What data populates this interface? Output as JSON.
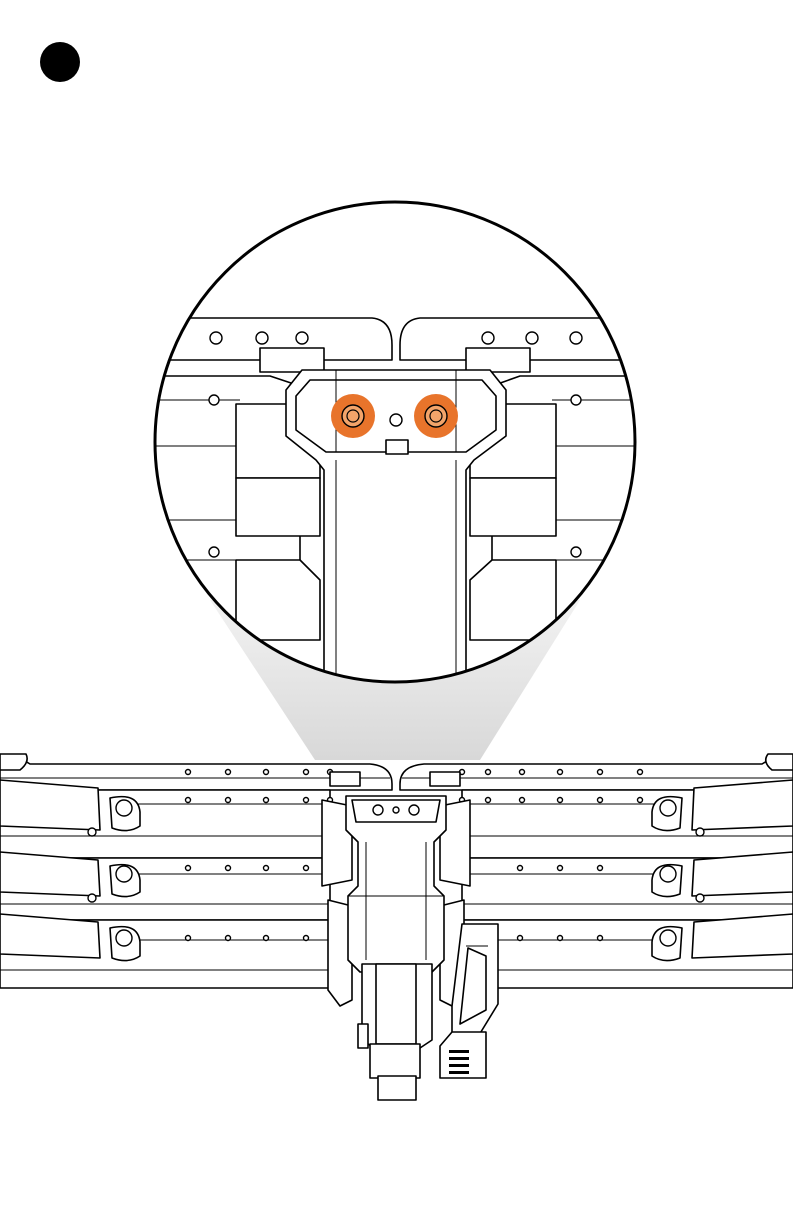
{
  "step": {
    "marker": "black-filled-circle"
  },
  "illustration": {
    "subject": "rack-frame-with-folding-arms",
    "view": "top",
    "detail_callout": {
      "shape": "circle",
      "highlighted_parts": [
        "bolt-left",
        "bolt-right"
      ]
    }
  },
  "colors": {
    "highlight": "#e8742b",
    "highlight_core": "#f2a46a",
    "line": "#000000",
    "cone": "#e2e2e2",
    "background": "#ffffff"
  }
}
